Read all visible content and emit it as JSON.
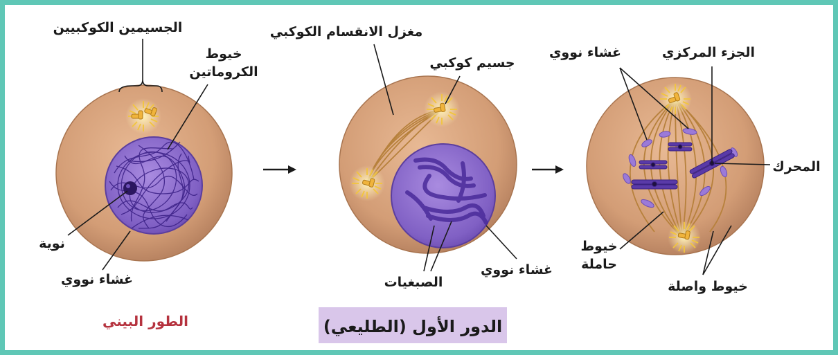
{
  "colors": {
    "frame": "#5fc7b6",
    "cell": "#d8a07a",
    "nucleus": "#8a63c8",
    "chromatin": "#4b2a99",
    "stage_title_red": "#b5323e",
    "stage_box": "#d9c6ea"
  },
  "interphase": {
    "title": "الطور البيني",
    "labels": {
      "centrosomes": "الجسيمين الكوكبيين",
      "chromatin_line1": "خيوط",
      "chromatin_line2": "الكروماتين",
      "nucleolus": "نوية",
      "nuclear_membrane": "غشاء نووي"
    }
  },
  "prophase_early": {
    "labels": {
      "spindle": "مغزل الانقسام الكوكبي",
      "aster": "جسيم كوكبي",
      "chromosomes": "الصبغيات",
      "nuclear_membrane": "غشاء نووي"
    }
  },
  "prophase_late": {
    "labels": {
      "nuclear_membrane": "غشاء نووي",
      "centromere": "الجزء المركزي",
      "kinetochore": "المحرك",
      "carrier_line1": "خيوط",
      "carrier_line2": "حاملة",
      "connecting": "خيوط واصلة"
    }
  },
  "stage_box_title": "الدور الأول (الطليعي)",
  "arrows": [
    "arrow-right-icon",
    "arrow-right-icon"
  ]
}
